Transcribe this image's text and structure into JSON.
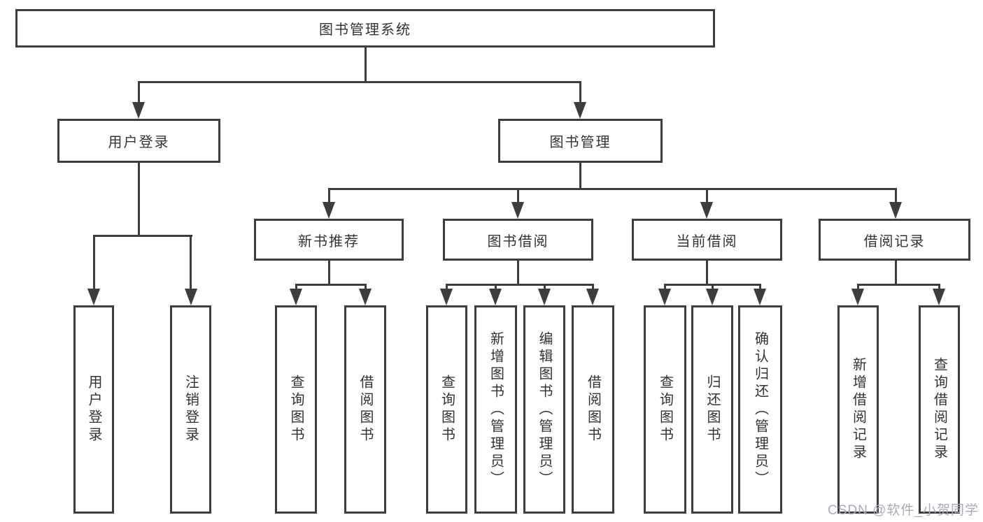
{
  "chart": {
    "root": "图书管理系统",
    "level2": [
      "用户登录",
      "图书管理"
    ],
    "level3": [
      "新书推荐",
      "图书借阅",
      "当前借阅",
      "借阅记录"
    ],
    "leaves": [
      "用户登录",
      "注销登录",
      "查询图书",
      "借阅图书",
      "查询图书",
      "新增图书（管理员）",
      "编辑图书（管理员）",
      "借阅图书",
      "查询图书",
      "归还图书",
      "确认归还（管理员）",
      "新增借阅记录",
      "查询借阅记录"
    ]
  },
  "watermark": "CSDN @软件_小贺同学",
  "colors": {
    "line": "#3d3d3d",
    "text": "#333333",
    "watermark": "#a9a9b8",
    "background": "#ffffff"
  }
}
